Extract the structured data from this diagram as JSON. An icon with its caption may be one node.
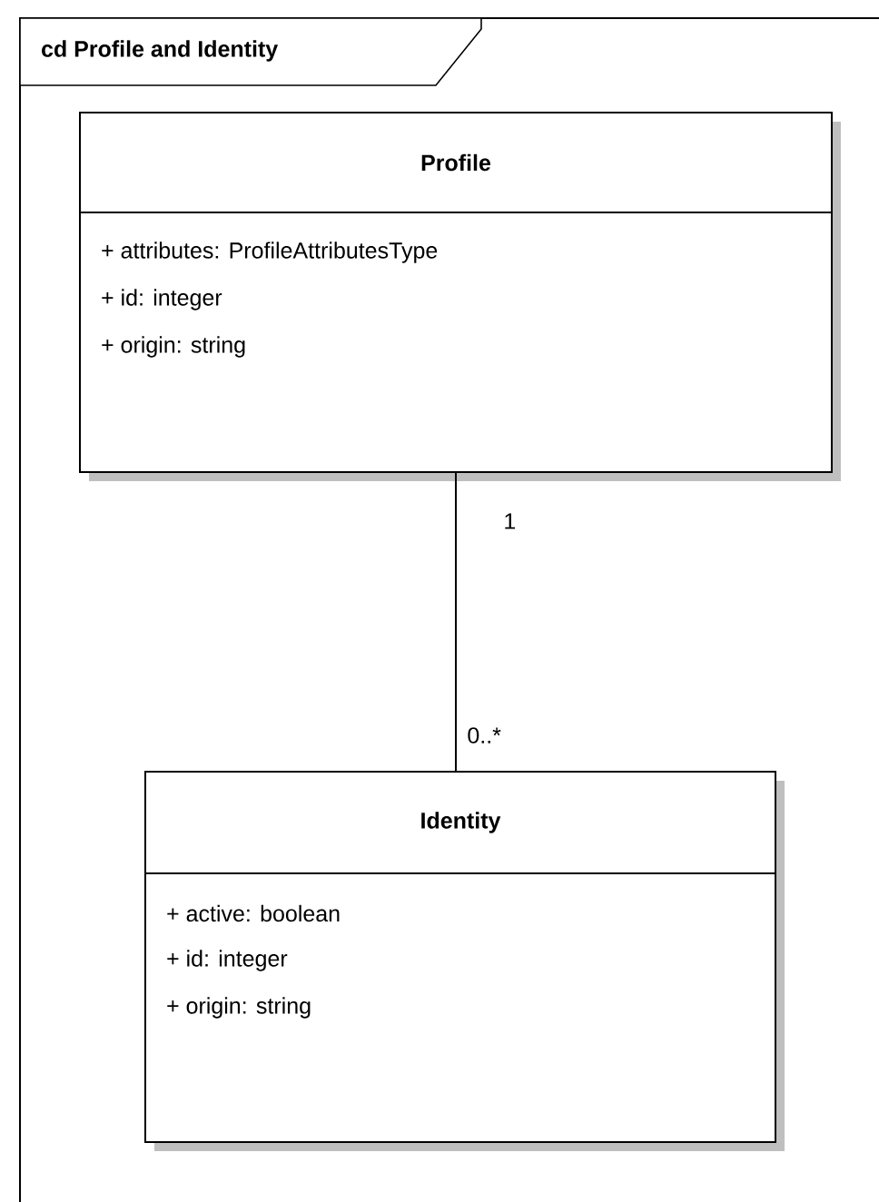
{
  "diagram": {
    "nodes": [
      {
        "text": [
          "cd Profile and Identity"
        ]
      },
      {
        "text": [
          "Profile",
          "+ attributes: ProfileAttributesType",
          "+ id: integer",
          "+ origin: string"
        ],
        "in": 0
      },
      {
        "text": [
          "Identity",
          "+ active: boolean",
          "+ id: integer",
          "+ origin: string"
        ],
        "in": 0
      }
    ],
    "edges": [
      {
        "from": 1,
        "to": 2,
        "arrow": "none"
      }
    ],
    "labels": [
      "1",
      "0..*"
    ]
  }
}
